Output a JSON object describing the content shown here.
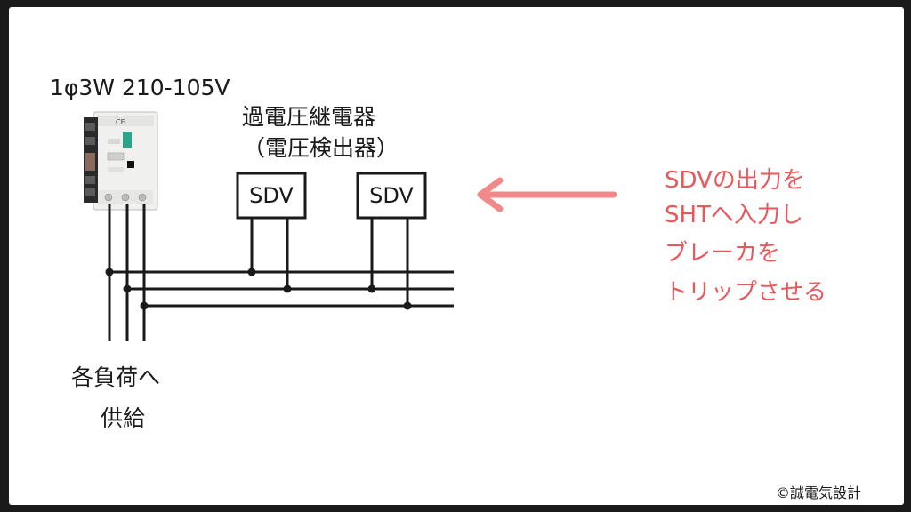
{
  "system_label": "1φ3W 210-105V",
  "relay_title_line1": "過電圧継電器",
  "relay_title_line2": "（電圧検出器）",
  "sdv_boxes": [
    "SDV",
    "SDV"
  ],
  "feed_line1": "各負荷へ",
  "feed_line2": "供給",
  "note_lines": [
    "SDVの出力を",
    "SHTへ入力し",
    "ブレーカを",
    "トリップさせる"
  ],
  "breaker_marks": [
    "CE"
  ],
  "copyright": "©誠電気設計",
  "colors": {
    "background": "#1a1a1a",
    "frame": "#ffffff",
    "line": "#1a1a1a",
    "accent": "#e8585b",
    "arrow": "#f08a8a"
  }
}
